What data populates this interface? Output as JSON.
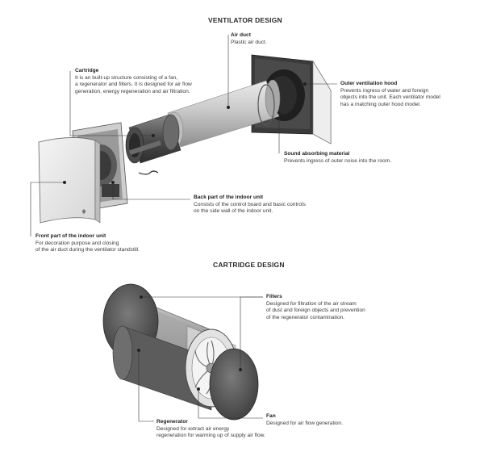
{
  "headings": {
    "ventilator": "VENTILATOR DESIGN",
    "cartridge": "CARTRIDGE DESIGN"
  },
  "callouts": {
    "air_duct": {
      "title": "Air duct",
      "desc": "Plastic air duct."
    },
    "cartridge": {
      "title": "Cartridge",
      "desc": "It is an built-up structure consisting of a fan,\na regenerator and filters. It is designed for air flow\ngeneration, energy regeneration and air filtration."
    },
    "outer_hood": {
      "title": "Outer ventilation hood",
      "desc": "Prevents ingress of water and foreign\nobjects into the unit. Each ventilator model\nhas a matching outer hood model."
    },
    "sound_absorbing": {
      "title": "Sound absorbing material",
      "desc": "Prevents ingress of outer noise into the room."
    },
    "back_part": {
      "title": "Back part of the indoor unit",
      "desc": "Consists of the control board and basic controls\non the side wall of the indoor unit."
    },
    "front_part": {
      "title": "Front part of the indoor unit",
      "desc": "For decoration purpose and closing\nof the air duct during the ventilator standstill."
    },
    "filters": {
      "title": "Filters",
      "desc": "Designed for filtration of the air stream\nof dust and foreign objects and prevention\nof the regenerator contamination."
    },
    "fan": {
      "title": "Fan",
      "desc": "Designed for air flow generation."
    },
    "regenerator": {
      "title": "Regenerator",
      "desc": "Designed for extract air energy\nregeneration for warming up of supply air flow."
    }
  },
  "colors": {
    "leader": "#333333",
    "metal_dark": "#5a5a5a",
    "metal_mid": "#9a9a9a",
    "metal_light": "#d4d4d4",
    "panel": "#ececec"
  }
}
